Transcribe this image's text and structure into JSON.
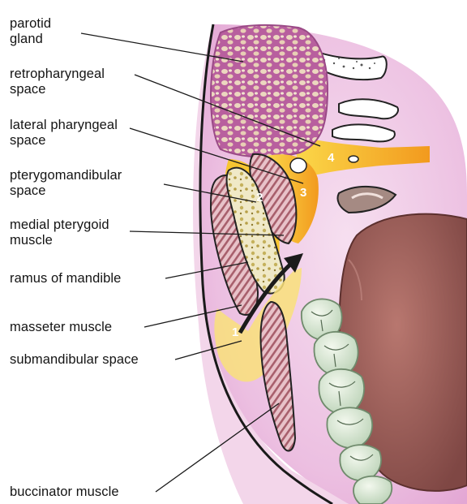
{
  "labels": {
    "parotid": [
      "parotid",
      "gland"
    ],
    "retropharyngeal": [
      "retropharyngeal",
      "space"
    ],
    "lateral_pharyngeal": [
      "lateral pharyngeal",
      "space"
    ],
    "pterygomandibular": [
      "pterygomandibular",
      "space"
    ],
    "medial_pterygoid": [
      "medial pterygoid",
      "muscle"
    ],
    "ramus": [
      "ramus of mandible"
    ],
    "masseter": [
      "masseter muscle"
    ],
    "submandibular": [
      "submandibular space"
    ],
    "buccinator": [
      "buccinator muscle"
    ]
  },
  "space_numbers": [
    "1",
    "2",
    "3",
    "4"
  ],
  "colors": {
    "space_yellow": "#f7c531",
    "space_orange": "#f29a1e",
    "tissue_pink": "#efc6e4",
    "muscle_red": "#c98a94",
    "bone": "#efe7bf",
    "tongue": "#9e5f5a",
    "teeth": "#dbe9d6"
  }
}
